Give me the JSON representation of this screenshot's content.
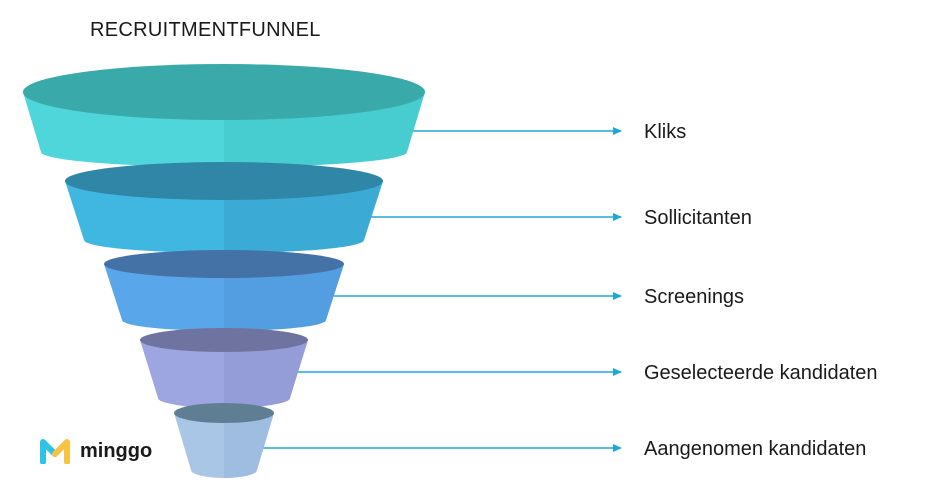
{
  "title": "RECRUITMENTFUNNEL",
  "logo": {
    "text": "minggo",
    "accent_colors": [
      "#2ec4e8",
      "#f6c343"
    ]
  },
  "stages": [
    {
      "label": "Kliks",
      "color": "#4fd6da",
      "top_color": "#3aa9a9",
      "shade_color": "#41c5c9"
    },
    {
      "label": "Sollicitanten",
      "color": "#40b7e0",
      "top_color": "#2f86a6",
      "shade_color": "#36a3cc"
    },
    {
      "label": "Screenings",
      "color": "#5aa6ea",
      "top_color": "#4471a6",
      "shade_color": "#4f95d8"
    },
    {
      "label": "Geselecteerde kandidaten",
      "color": "#9da6e0",
      "top_color": "#6f73a0",
      "shade_color": "#8c95d2"
    },
    {
      "label": "Aangenomen kandidaten",
      "color": "#a9c6e6",
      "top_color": "#5f7e93",
      "shade_color": "#98b7da"
    }
  ],
  "arrow_color": "#1ea8d8"
}
